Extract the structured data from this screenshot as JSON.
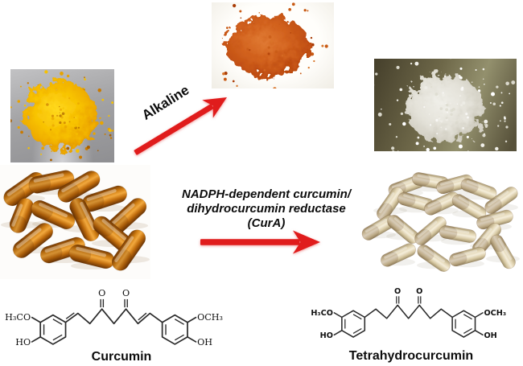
{
  "figure": {
    "alkaline_arrow_label": "Alkaline",
    "enzyme": {
      "line1": "NADPH-dependent curcumin/",
      "line2": "dihydrocurcumin reductase",
      "line3": "(CurA)"
    },
    "compound_left": {
      "name": "Curcumin",
      "groups": {
        "top_left": "H₃CO",
        "bottom_left": "HO",
        "top_right": "OCH₃",
        "bottom_right": "OH",
        "ketone1": "O",
        "ketone2": "O"
      }
    },
    "compound_right": {
      "name": "Tetrahydrocurcumin",
      "groups": {
        "top_left": "H₃CO",
        "bottom_left": "HO",
        "top_right": "OCH₃",
        "bottom_right": "OH",
        "ketone1": "O",
        "ketone2": "O"
      }
    }
  },
  "photos": {
    "curcumin_powder": "yellow-curcumin-powder-photo",
    "alkaline_product_powder": "orange-alkaline-degradation-powder-photo",
    "tetrahydrocurcumin_powder": "white-tetrahydrocurcumin-powder-photo",
    "curcumin_capsules": "orange-curcumin-capsules-photo",
    "tetrahydrocurcumin_capsules": "cream-tetrahydrocurcumin-capsules-photo"
  },
  "colors": {
    "arrow_red": "#e01c1c",
    "curcumin_powder_yellow": "#f6c100",
    "alkaline_powder_orange": "#d06018",
    "thc_powder_white": "#e8e6df",
    "capsule_orange": "#cf7d12",
    "capsule_cream": "#e3d6b4"
  }
}
